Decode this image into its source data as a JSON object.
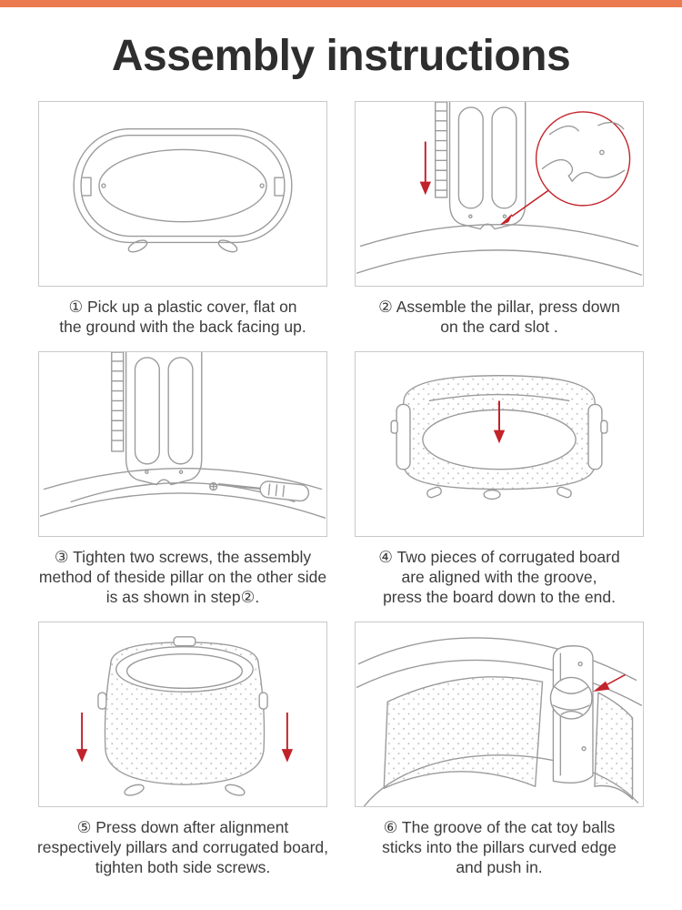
{
  "page": {
    "title": "Assembly instructions"
  },
  "colors": {
    "accent_bar": "#ec7a50",
    "line": "#9b9b9b",
    "red_accent": "#c2232b",
    "caption_text": "#3c3c3c",
    "panel_border": "#c9c9c9"
  },
  "steps": [
    {
      "number": "①",
      "caption": "① Pick up a plastic cover, flat on\nthe ground with the back facing up.",
      "illustration": "plastic-cover-top-view"
    },
    {
      "number": "②",
      "caption": "② Assemble the pillar, press down\non the card slot .",
      "illustration": "pillar-card-slot-zoom"
    },
    {
      "number": "③",
      "caption": "③ Tighten two screws, the assembly\nmethod of theside pillar on the other side\nis as shown in step②.",
      "illustration": "pillar-screws-screwdriver"
    },
    {
      "number": "④",
      "caption": "④ Two pieces of corrugated board\nare aligned with the groove,\npress the board down to the end.",
      "illustration": "corrugated-board-groove"
    },
    {
      "number": "⑤",
      "caption": "⑤ Press down after alignment\nrespectively pillars and corrugated board,\ntighten both side screws.",
      "illustration": "press-down-pillars-board"
    },
    {
      "number": "⑥",
      "caption": "⑥ The groove of the cat toy balls\nsticks into the pillars curved edge\nand push in.",
      "illustration": "cat-toy-ball-groove"
    }
  ]
}
